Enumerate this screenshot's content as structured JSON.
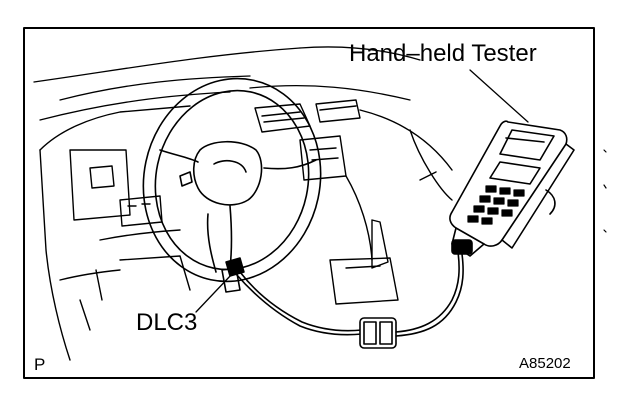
{
  "callouts": {
    "tester": "Hand–held Tester",
    "dlc3": "DLC3",
    "corner_marker": "P",
    "figure_code": "A85202"
  }
}
